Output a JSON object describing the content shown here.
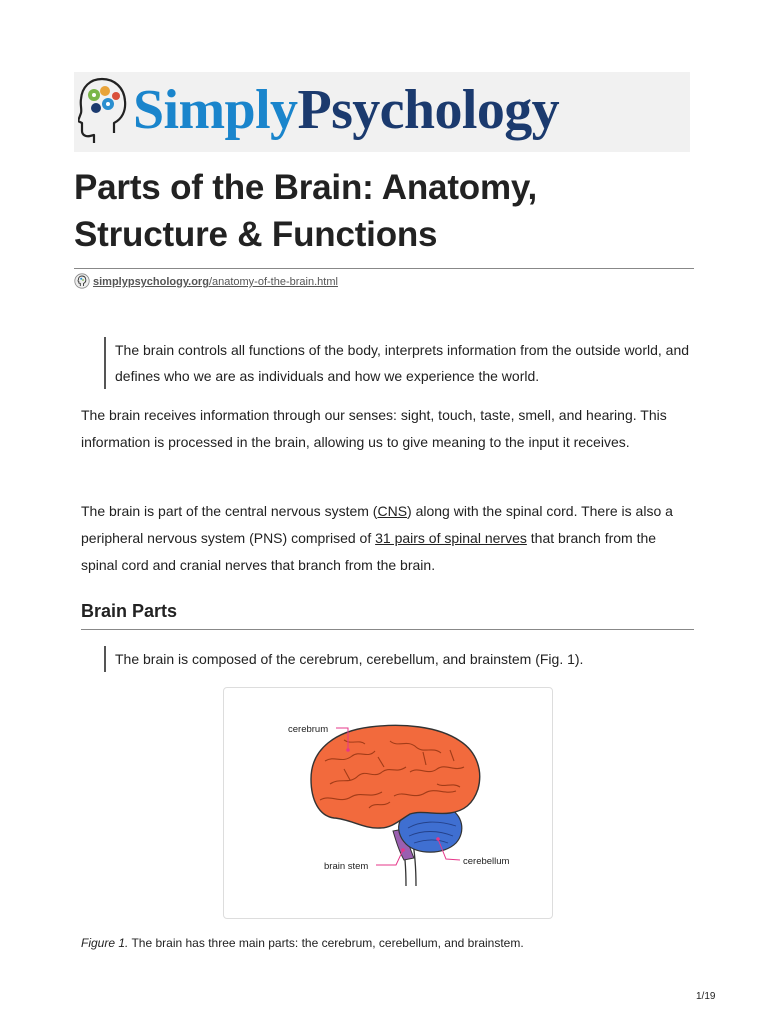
{
  "logo": {
    "simply": "Simply",
    "psychology": "Psychology",
    "colors": {
      "simply": "#1a85cc",
      "psychology": "#1b3a6e"
    },
    "icon": "head-gears-icon"
  },
  "article": {
    "title_line1": "Parts of the Brain: Anatomy,",
    "title_line2": "Structure & Functions",
    "source": {
      "domain": "simplypsychology.org",
      "path": "/anatomy-of-the-brain.html",
      "icon": "site-favicon-icon"
    },
    "quote1": "The brain controls all functions of the body, interprets information from the outside world, and defines who we are as individuals and how we experience the world.",
    "para1": "The brain receives information through our senses: sight, touch, taste, smell, and hearing. This information is processed in the brain, allowing us to give meaning to the input it receives.",
    "para2": {
      "part1": "The brain is part of the central nervous system (",
      "link1": "CNS",
      "part2": ") along with the spinal cord. There is also a peripheral nervous system (PNS) comprised of ",
      "link2": "31 pairs of spinal nerves",
      "part3": " that branch from the spinal cord and cranial nerves that branch from the brain."
    },
    "section_heading": "Brain Parts",
    "quote2": "The brain is composed of the cerebrum, cerebellum, and brainstem (Fig. 1).",
    "figure": {
      "labels": {
        "cerebrum": "cerebrum",
        "brain_stem": "brain stem",
        "cerebellum": "cerebellum"
      },
      "colors": {
        "cerebrum": "#f26a3d",
        "cerebellum": "#3f6fd1",
        "brain_stem": "#9a5fb0",
        "pointer": "#e6378a"
      }
    },
    "caption": {
      "label": "Figure 1.",
      "text": " The brain has three main parts: the cerebrum, cerebellum, and brainstem."
    }
  },
  "page_number": "1/19"
}
